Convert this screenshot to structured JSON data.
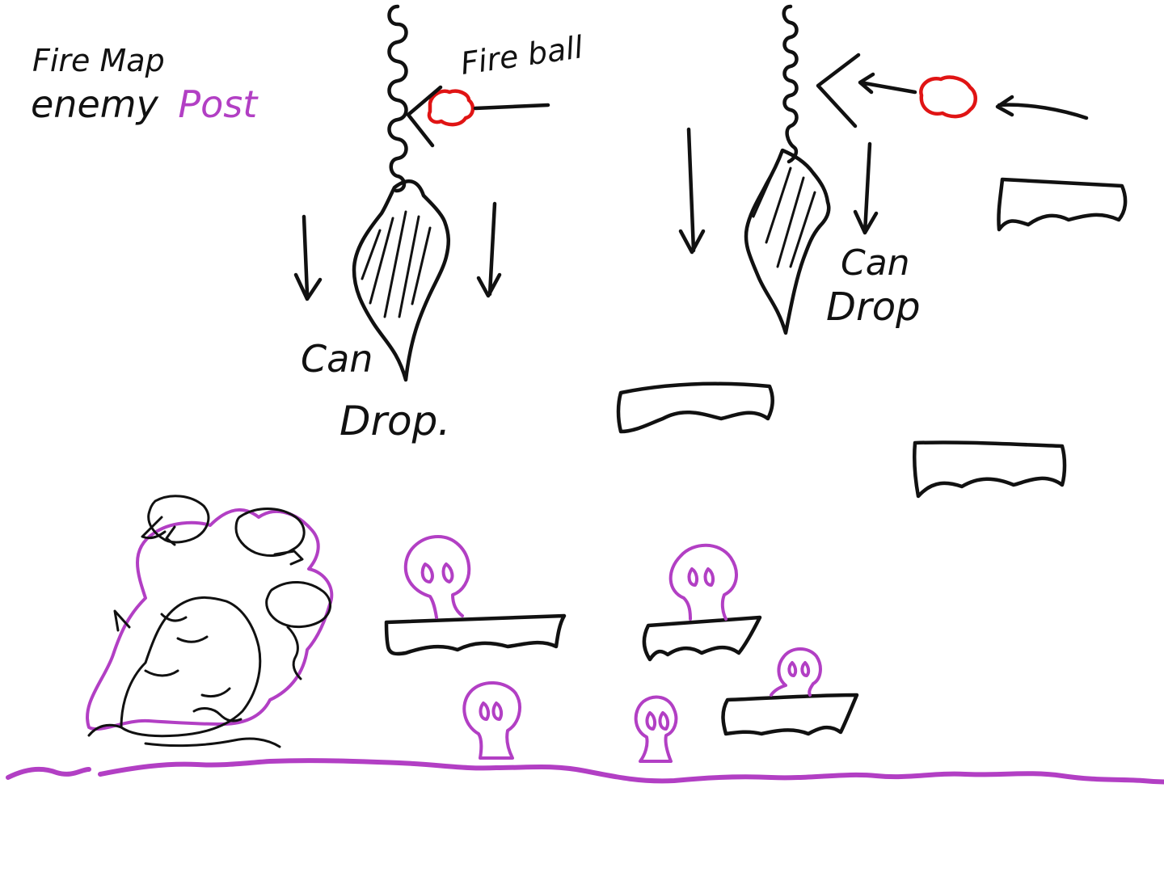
{
  "title": {
    "line1": "Fire Map",
    "line2_black": "enemy",
    "line2_accent": "Post"
  },
  "labels": {
    "fire_ball": "Fire ball",
    "can": "Can",
    "drop": "Drop",
    "drop_left": "Drop."
  },
  "colors": {
    "ink": "#111111",
    "enemy_accent": "#b23fc4",
    "fireball": "#e01414"
  },
  "icons": [
    "spring-chain-icon",
    "stalactite-icon",
    "fireball-icon",
    "down-arrow-icon",
    "skull-enemy-icon",
    "cerberus-boss-icon",
    "floating-platform-icon",
    "ground-line-icon"
  ]
}
